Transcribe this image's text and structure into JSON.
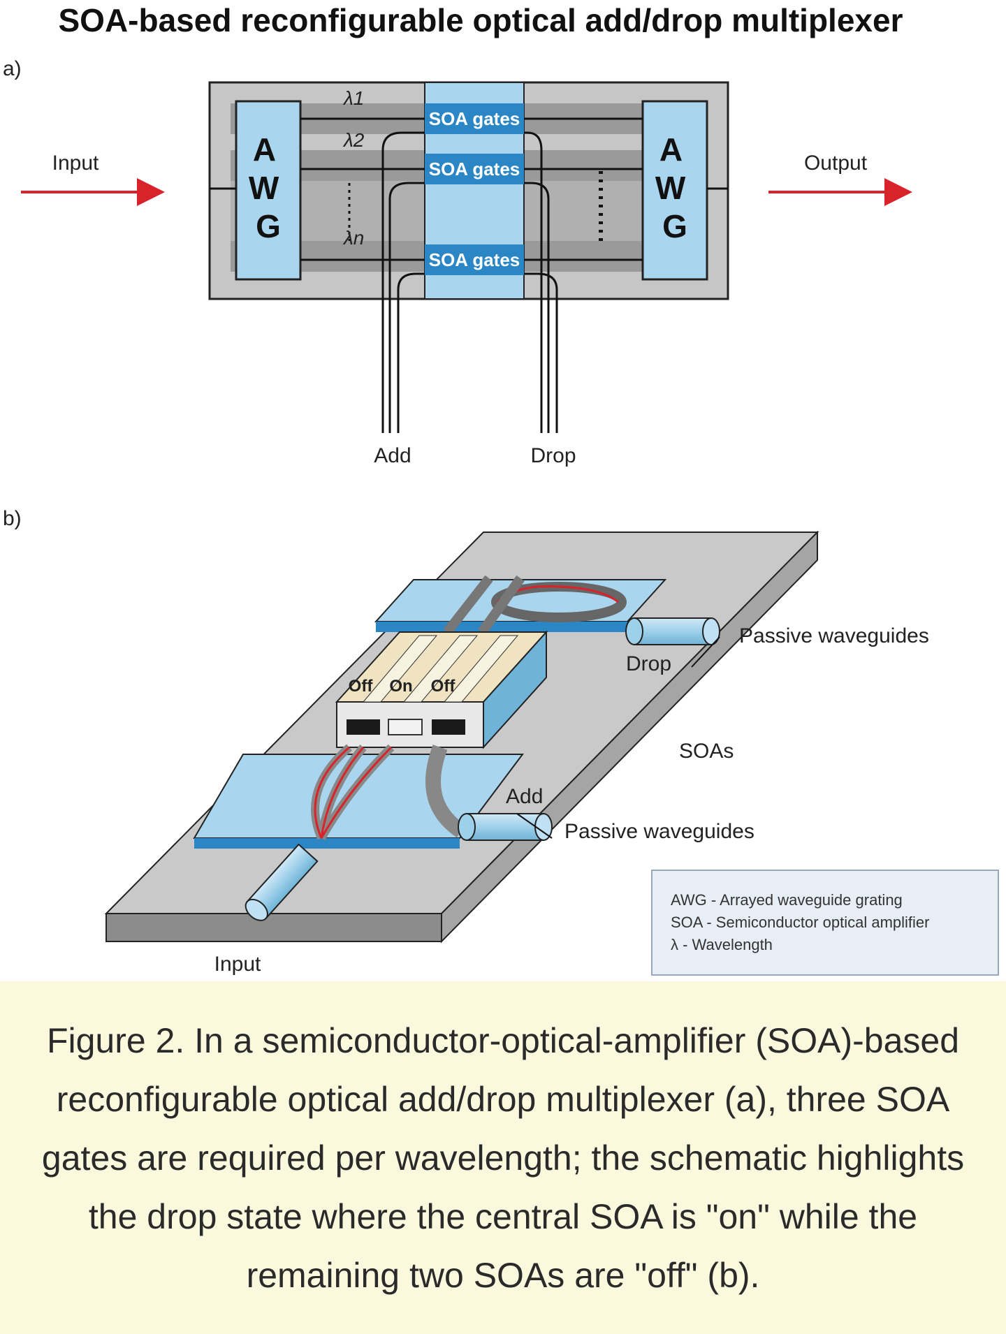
{
  "title": "SOA-based reconfigurable optical add/drop multiplexer",
  "panel_a": {
    "label": "a)",
    "input_label": "Input",
    "output_label": "Output",
    "awg_left": "AWG",
    "awg_right": "AWG",
    "lambda_1": "λ1",
    "lambda_2": "λ2",
    "lambda_n": "λn",
    "gates": [
      "SOA gates",
      "SOA gates",
      "SOA gates"
    ],
    "add_label": "Add",
    "drop_label": "Drop"
  },
  "panel_b": {
    "label": "b)",
    "switch_states": [
      "Off",
      "On",
      "Off"
    ],
    "passive_top": "Passive waveguides",
    "passive_bottom": "Passive waveguides",
    "drop_label": "Drop",
    "add_label": "Add",
    "soas_label": "SOAs",
    "input_label": "Input"
  },
  "legend": {
    "lines": [
      "AWG - Arrayed waveguide grating",
      "SOA - Semiconductor optical amplifier",
      "λ - Wavelength"
    ]
  },
  "caption": "Figure 2. In a semiconductor-optical-amplifier (SOA)-based reconfigurable optical add/drop multiplexer (a), three SOA gates are required per wavelength; the schematic highlights the drop state where the central SOA is \"on\" while the remaining two SOAs are \"off\" (b).",
  "colors": {
    "light_blue": "#a9d6ee",
    "gate_blue": "#2a86c4",
    "gray_dark": "#8c8c8c",
    "gray_mid": "#b4b4b4",
    "arrow_red": "#d8232a",
    "caption_bg": "#fbf9dd"
  }
}
